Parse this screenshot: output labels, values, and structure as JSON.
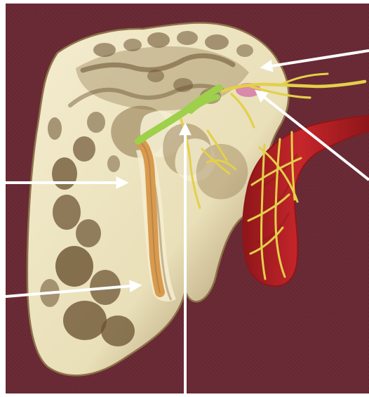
{
  "figure": {
    "colors": {
      "background": "#6a2b36",
      "background_texture": "#5e242f",
      "bone": "#e9dfb8",
      "bone_light": "#f4edd0",
      "bone_shadow": "#8d7248",
      "cavity": "#6a5130",
      "nerve": "#e3d04a",
      "artery": "#c6262b",
      "artery_dark": "#8e1619",
      "canal": "#d99a4e",
      "green_nerve": "#9ed04c",
      "ganglion": "#d98aa8",
      "pointer": "#ffffff"
    },
    "pointers": [
      {
        "id": "pointer-upper-right",
        "icon": "arrow-icon"
      },
      {
        "id": "pointer-ganglion",
        "icon": "arrow-icon"
      },
      {
        "id": "pointer-left-canal",
        "icon": "arrow-icon"
      },
      {
        "id": "pointer-lower-left",
        "icon": "arrow-icon"
      },
      {
        "id": "pointer-center-vertical",
        "icon": "arrow-icon"
      }
    ]
  }
}
